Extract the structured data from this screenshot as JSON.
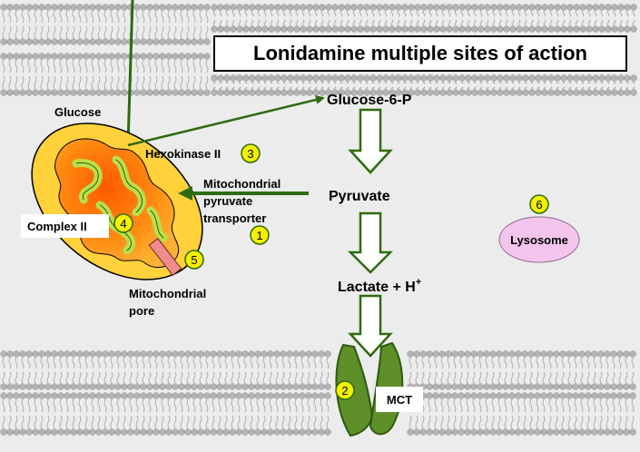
{
  "title": "Lonidamine multiple sites of action",
  "labels": {
    "glucose": "Glucose",
    "hexokinase": "Hexokinase II",
    "mito_transporter_line1": "Mitochondrial",
    "mito_transporter_line2": "pyruvate",
    "mito_transporter_line3": "transporter",
    "complex2": "Complex II",
    "mito_pore_line1": "Mitochondrial",
    "mito_pore_line2": "pore",
    "glucose6p": "Glucose-6-P",
    "pyruvate": "Pyruvate",
    "lactate": "Lactate + H",
    "lactate_sup": "+",
    "lysosome": "Lysosome",
    "mct": "MCT"
  },
  "sites": [
    "1",
    "2",
    "3",
    "4",
    "5",
    "6"
  ],
  "colors": {
    "background": "#ececec",
    "membrane_head": "#b4b4b4",
    "mito_outer": "#ffd23c",
    "mito_inner": "#ff8a10",
    "mito_crista": "#b7e04a",
    "dark_green": "#2e6b0e",
    "mct_green": "#5e8f28",
    "badge": "#f4f000",
    "lysosome": "#f5c4ec",
    "pore": "#f08c8c"
  }
}
